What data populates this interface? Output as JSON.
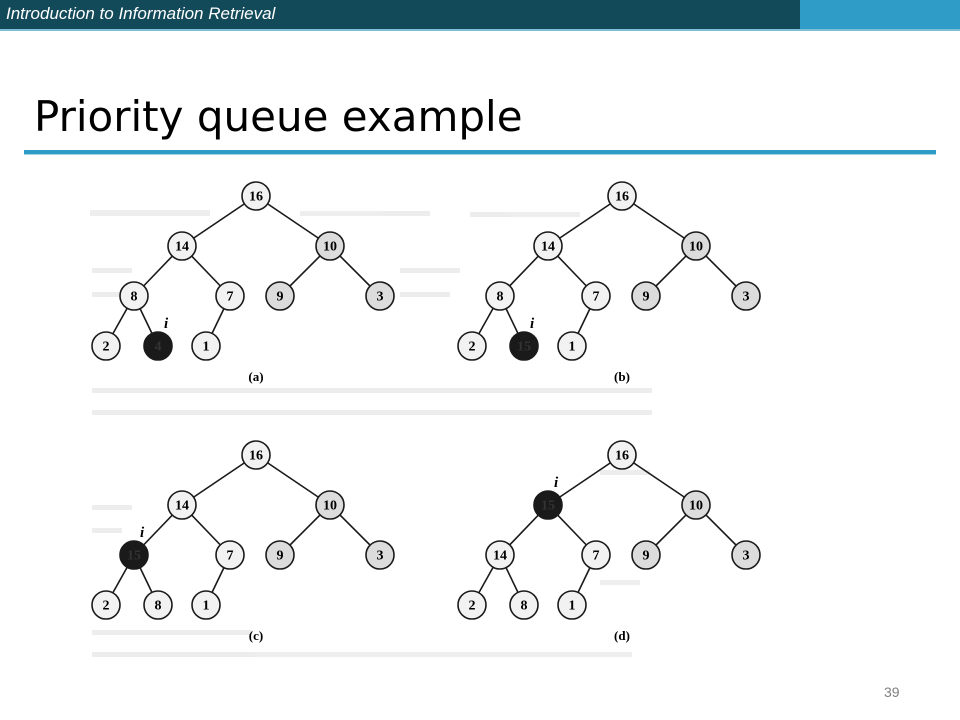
{
  "header": {
    "course_title": "Introduction to Information Retrieval",
    "dark_color": "#134a5a",
    "accent_color": "#2e9cc7"
  },
  "slide": {
    "title": "Priority queue example",
    "page_number": "39"
  },
  "figures": [
    {
      "caption": "(a)",
      "marker": "i",
      "nodes": [
        "16",
        "14",
        "10",
        "8",
        "7",
        "9",
        "3",
        "2",
        "4",
        "1"
      ],
      "highlighted": [
        8
      ]
    },
    {
      "caption": "(b)",
      "marker": "i",
      "nodes": [
        "16",
        "14",
        "10",
        "8",
        "7",
        "9",
        "3",
        "2",
        "15",
        "1"
      ],
      "highlighted": [
        8
      ]
    },
    {
      "caption": "(c)",
      "marker": "i",
      "nodes": [
        "16",
        "14",
        "10",
        "15",
        "7",
        "9",
        "3",
        "2",
        "8",
        "1"
      ],
      "highlighted": [
        3
      ]
    },
    {
      "caption": "(d)",
      "marker": "i",
      "nodes": [
        "16",
        "15",
        "10",
        "14",
        "7",
        "9",
        "3",
        "2",
        "8",
        "1"
      ],
      "highlighted": [
        1
      ]
    }
  ]
}
